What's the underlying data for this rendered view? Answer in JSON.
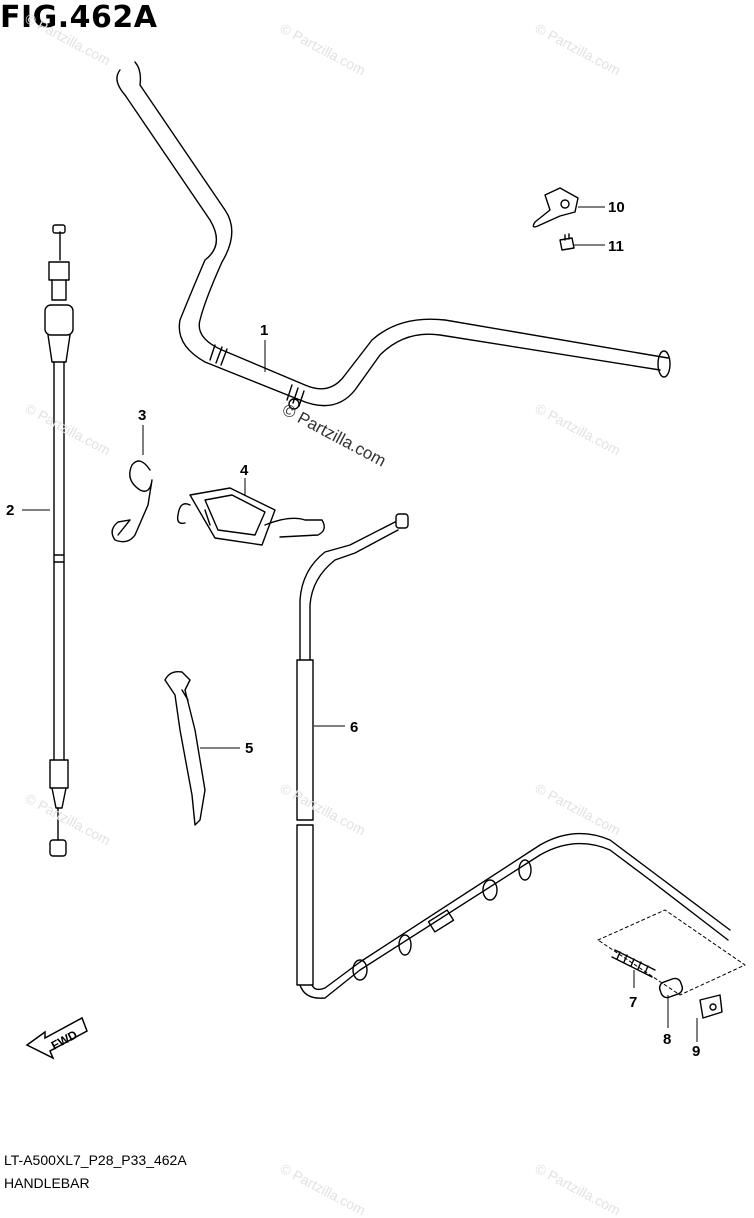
{
  "figure": {
    "title": "FIG.462A",
    "code": "LT-A500XL7_P28_P33_462A",
    "caption": "HANDLEBAR"
  },
  "callouts": [
    {
      "id": "c1",
      "label": "1"
    },
    {
      "id": "c2",
      "label": "2"
    },
    {
      "id": "c3",
      "label": "3"
    },
    {
      "id": "c4",
      "label": "4"
    },
    {
      "id": "c5",
      "label": "5"
    },
    {
      "id": "c6",
      "label": "6"
    },
    {
      "id": "c7",
      "label": "7"
    },
    {
      "id": "c8",
      "label": "8"
    },
    {
      "id": "c9",
      "label": "9"
    },
    {
      "id": "c10",
      "label": "10"
    },
    {
      "id": "c11",
      "label": "11"
    }
  ],
  "direction_badge": "FWD",
  "watermark": "© Partzilla.com"
}
